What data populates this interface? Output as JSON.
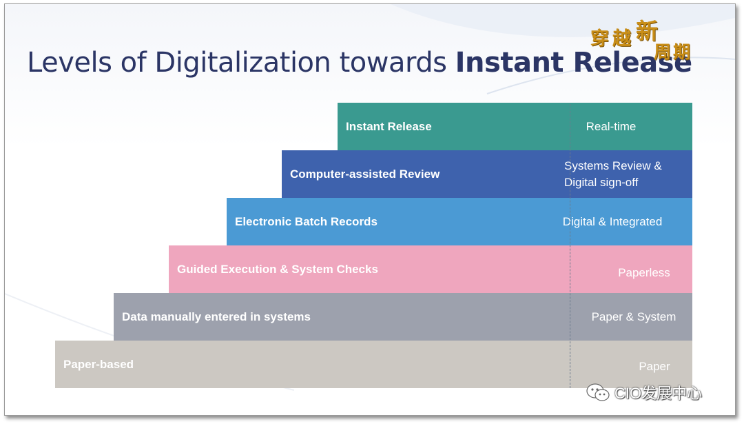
{
  "title": {
    "regular": "Levels of Digitalization towards ",
    "bold": "Instant Release"
  },
  "logo_text": {
    "c1": "穿",
    "c2": "越",
    "c3": "新",
    "c4": "周",
    "c5": "期"
  },
  "levels": [
    {
      "label": "Instant Release",
      "value": "Real-time",
      "color": "#3a9a90"
    },
    {
      "label": "Computer-assisted Review",
      "value": "Systems Review & Digital sign-off",
      "color": "#3e62ad"
    },
    {
      "label": "Electronic Batch Records",
      "value": "Digital & Integrated",
      "color": "#4b9ad4"
    },
    {
      "label": "Guided Execution & System Checks",
      "value": "Paperless",
      "color": "#efa6be"
    },
    {
      "label": "Data manually entered in systems",
      "value": "Paper & System",
      "color": "#9da1ad"
    },
    {
      "label": "Paper-based",
      "value": "Paper",
      "color": "#ccc8c2"
    }
  ],
  "watermark": {
    "icon": "wechat-icon",
    "text": "CIO发展中心"
  }
}
